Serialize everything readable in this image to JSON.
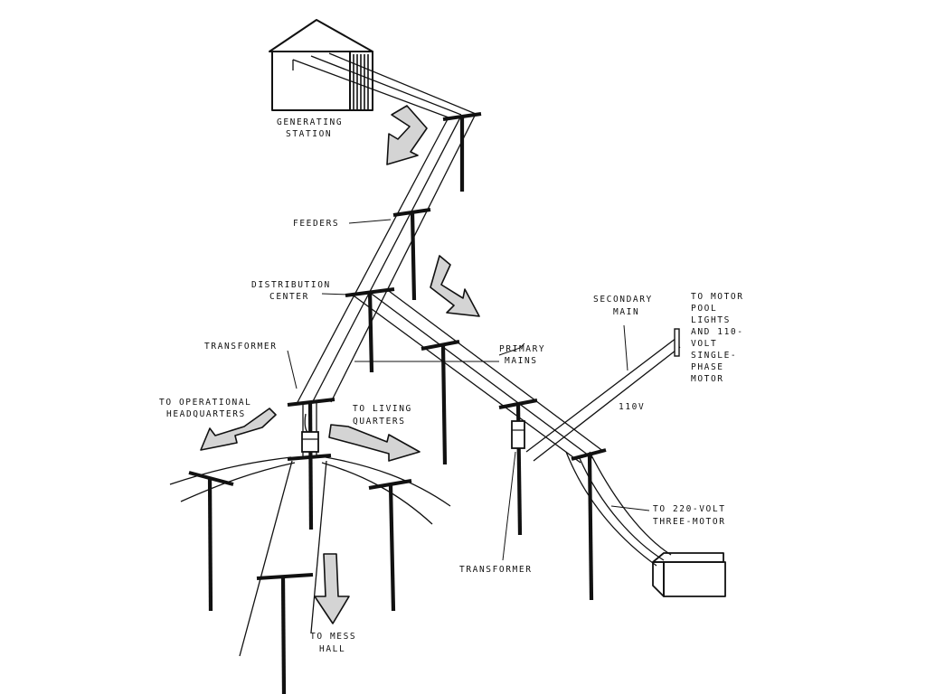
{
  "labels": {
    "generating_station": [
      "GENERATING",
      "STATION"
    ],
    "feeders": "FEEDERS",
    "distribution_center": [
      "DISTRIBUTION",
      "CENTER"
    ],
    "secondary_main": [
      "SECONDARY",
      "MAIN"
    ],
    "to_motor_pool": [
      "TO MOTOR",
      "POOL",
      "LIGHTS",
      "AND 110-",
      "VOLT",
      "SINGLE-",
      "PHASE",
      "MOTOR"
    ],
    "transformer_upper": "TRANSFORMER",
    "primary_mains": [
      "PRIMARY",
      "MAINS"
    ],
    "to_operational_hq": [
      "TO OPERATIONAL",
      "HEADQUARTERS"
    ],
    "to_living_quarters": [
      "TO LIVING",
      "QUARTERS"
    ],
    "voltage_110": "110V",
    "to_220_volt": [
      "TO 220-VOLT",
      "THREE-MOTOR"
    ],
    "transformer_lower": "TRANSFORMER",
    "to_mess_hall": [
      "TO MESS",
      "HALL"
    ]
  }
}
